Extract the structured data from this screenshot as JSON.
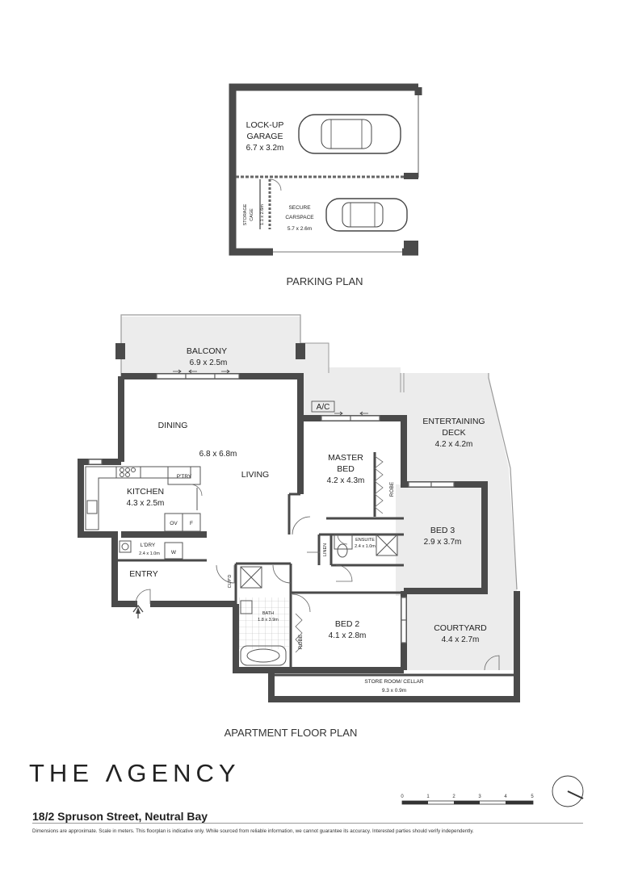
{
  "parking": {
    "caption": "PARKING PLAN",
    "garage": {
      "name_l1": "LOCK-UP",
      "name_l2": "GARAGE",
      "dim": "6.7 x 3.2m"
    },
    "carspace": {
      "name_l1": "SECURE",
      "name_l2": "CARSPACE",
      "dim": "5.7 x 2.6m"
    },
    "storage": {
      "name_l1": "STORAGE",
      "name_l2": "CAGE",
      "dim": "1.1 x 2.6m"
    }
  },
  "apartment": {
    "caption": "APARTMENT FLOOR PLAN",
    "balcony": {
      "name": "BALCONY",
      "dim": "6.9 x 2.5m"
    },
    "ac": "A/C",
    "entertaining": {
      "name_l1": "ENTERTAINING",
      "name_l2": "DECK",
      "dim": "4.2 x 4.2m"
    },
    "dining": "DINING",
    "living": {
      "name": "LIVING",
      "dim": "6.8 x 6.8m"
    },
    "master": {
      "name_l1": "MASTER",
      "name_l2": "BED",
      "dim": "4.2 x 4.3m"
    },
    "robe_master": "ROBE",
    "kitchen": {
      "name": "KITCHEN",
      "dim": "4.3 x 2.5m"
    },
    "pantry": "P'TRY",
    "oven": "OV",
    "fridge": "F",
    "laundry": {
      "name": "L'DRY",
      "dim": "2.4 x 1.0m"
    },
    "washer": "W",
    "entry": "ENTRY",
    "cupboard": "CUP'D",
    "linen": "LINEN",
    "ensuite": {
      "name": "ENSUITE",
      "dim": "2.4 x 1.0m"
    },
    "bed3": {
      "name": "BED 3",
      "dim": "2.9 x 3.7m"
    },
    "bath": {
      "name": "BATH",
      "dim": "1.8 x 3.9m"
    },
    "robe_bed2": "ROBE",
    "bed2": {
      "name": "BED 2",
      "dim": "4.1 x 2.8m"
    },
    "courtyard": {
      "name": "COURTYARD",
      "dim": "4.4 x 2.7m"
    },
    "store": {
      "name": "STORE ROOM/ CELLAR",
      "dim": "9.3 x 0.9m"
    }
  },
  "scale": {
    "ticks": [
      "0",
      "1",
      "2",
      "3",
      "4",
      "5"
    ]
  },
  "footer": {
    "logo": "THE ΛGENCY",
    "address": "18/2 Spruson Street, Neutral Bay",
    "disclaimer": "Dimensions are approximate. Scale in meters. This floorplan is indicative only. While sourced from reliable information, we cannot guarantee its accuracy. Interested parties should verify independently."
  },
  "colors": {
    "wall": "#4a4a4a",
    "outdoor": "#ececec",
    "ink": "#222222"
  }
}
